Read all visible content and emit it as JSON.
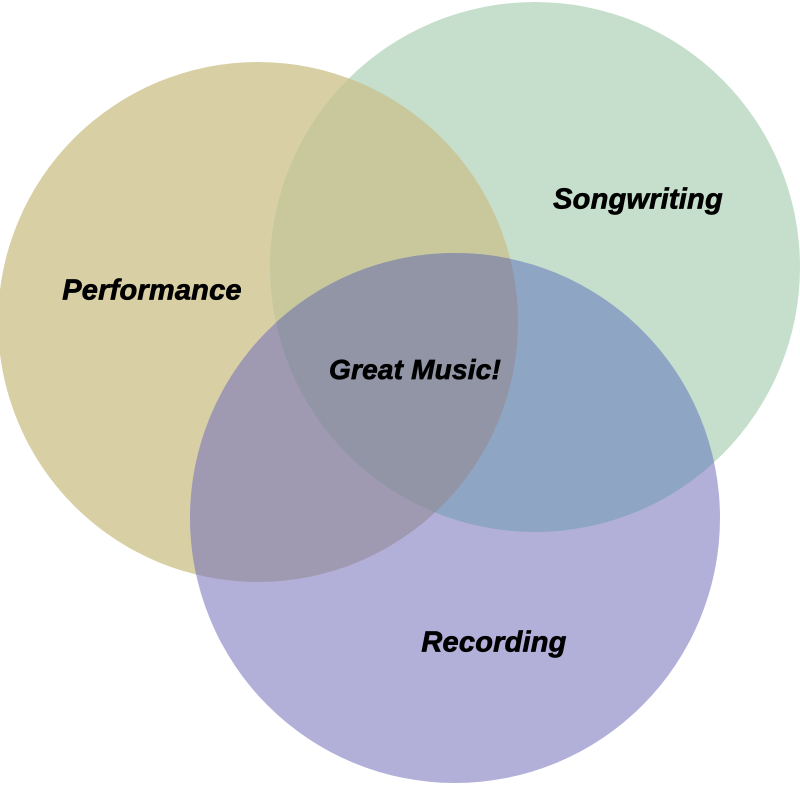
{
  "venn": {
    "type": "venn-diagram",
    "background": "#ffffff",
    "text_color": "#000000",
    "labels": {
      "performance": "Performance",
      "songwriting": "Songwriting",
      "recording": "Recording",
      "center": "Great Music!"
    },
    "colors": {
      "performance": "#d8d0a4",
      "songwriting": "#c5dfcc",
      "recording": "#b2b0d9",
      "performance_songwriting": "#c9c79c",
      "performance_recording": "#9f9ab1",
      "songwriting_recording": "#8fa5c4",
      "center": "#9195a6"
    },
    "sets": [
      {
        "name": "Performance",
        "overlaps_with": [
          "Songwriting",
          "Recording"
        ]
      },
      {
        "name": "Songwriting",
        "overlaps_with": [
          "Performance",
          "Recording"
        ]
      },
      {
        "name": "Recording",
        "overlaps_with": [
          "Performance",
          "Songwriting"
        ]
      }
    ],
    "triple_overlap_label": "Great Music!"
  }
}
